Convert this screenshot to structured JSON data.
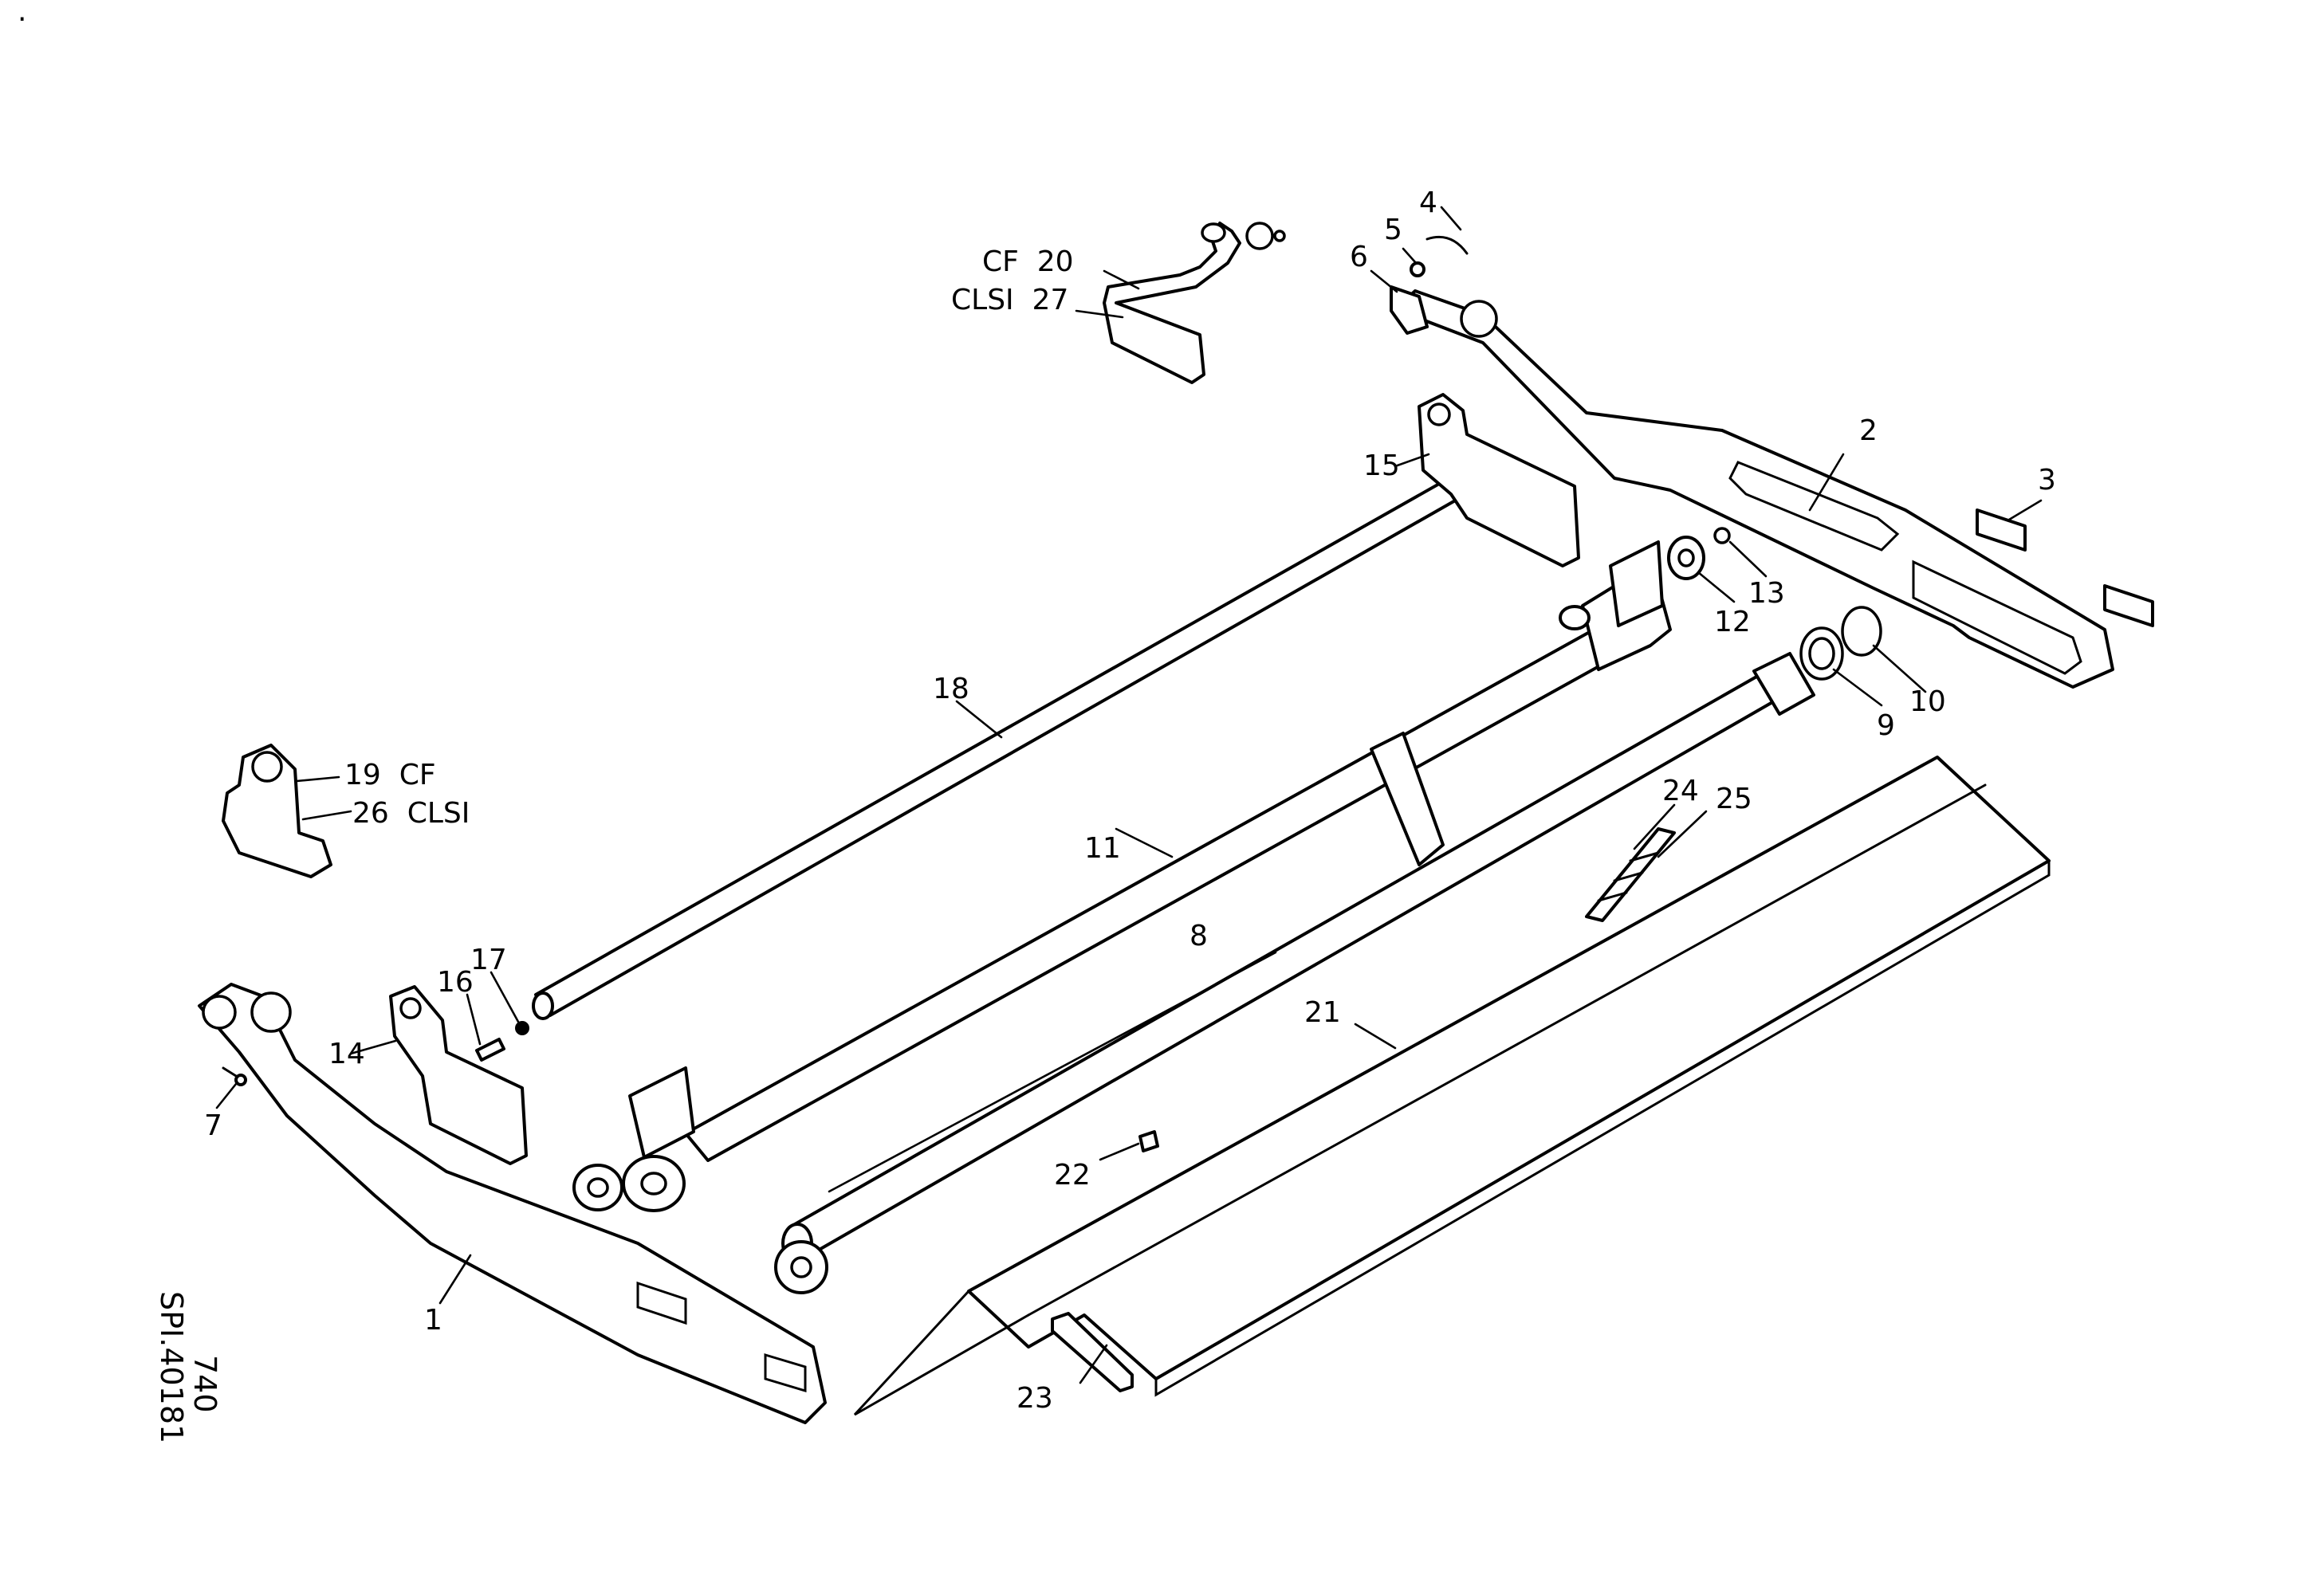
{
  "drawing": {
    "reference_code": "SPI.40181",
    "page_number": "740",
    "corner_mark": ".",
    "callouts": {
      "c1": "1",
      "c2": "2",
      "c3": "3",
      "c4": "4",
      "c5": "5",
      "c6": "6",
      "c7": "7",
      "c8": "8",
      "c9": "9",
      "c10": "10",
      "c11": "11",
      "c12": "12",
      "c13": "13",
      "c14": "14",
      "c15": "15",
      "c16": "16",
      "c17": "17",
      "c18": "18",
      "c19": "19  CF",
      "c20": "CF  20",
      "c21": "21",
      "c22": "22",
      "c23": "23",
      "c24": "24",
      "c25": "25",
      "c26": "26  CLSI",
      "c27": "CLSI  27"
    }
  }
}
